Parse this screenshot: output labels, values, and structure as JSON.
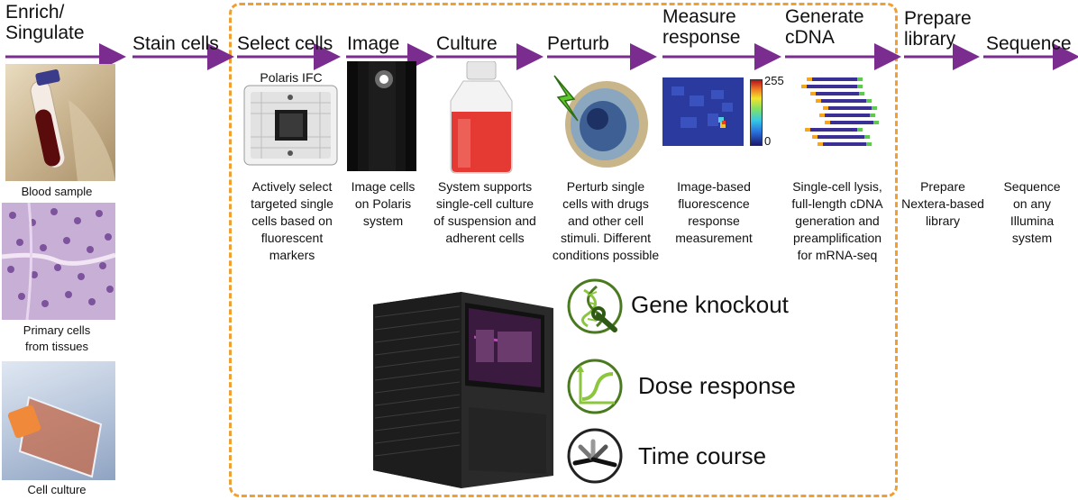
{
  "steps": [
    {
      "title_lines": [
        "Enrich/",
        "Singulate"
      ]
    },
    {
      "title_lines": [
        "Stain cells"
      ]
    },
    {
      "title_lines": [
        "Select cells"
      ],
      "desc_lines": [
        "Actively select",
        "targeted single",
        "cells based on",
        "fluorescent",
        "markers"
      ]
    },
    {
      "title_lines": [
        "Image"
      ],
      "desc_lines": [
        "Image cells",
        "on Polaris",
        "system"
      ]
    },
    {
      "title_lines": [
        "Culture"
      ],
      "desc_lines": [
        "System supports",
        "single-cell culture",
        "of suspension and",
        "adherent cells"
      ]
    },
    {
      "title_lines": [
        "Perturb"
      ],
      "desc_lines": [
        "Perturb single",
        "cells with drugs",
        "and other cell",
        "stimuli. Different",
        "conditions possible"
      ]
    },
    {
      "title_lines": [
        "Measure",
        "response"
      ],
      "desc_lines": [
        "Image-based",
        "fluorescence",
        "response",
        "measurement"
      ]
    },
    {
      "title_lines": [
        "Generate",
        "cDNA"
      ],
      "desc_lines": [
        "Single-cell lysis,",
        "full-length cDNA",
        "generation and",
        "preamplification",
        "for mRNA-seq"
      ]
    },
    {
      "title_lines": [
        "Prepare",
        "library"
      ],
      "desc_lines": [
        "Prepare",
        "Nextera-based",
        "library"
      ]
    },
    {
      "title_lines": [
        "Sequence"
      ],
      "desc_lines": [
        "Sequence",
        "on any",
        "Illumina",
        "system"
      ]
    }
  ],
  "samples": [
    {
      "label_lines": [
        "Blood sample"
      ]
    },
    {
      "label_lines": [
        "Primary cells",
        "from tissues"
      ]
    },
    {
      "label_lines": [
        "Cell culture"
      ]
    }
  ],
  "chip_label": "Polaris IFC",
  "colorbar": {
    "max": "255",
    "min": "0"
  },
  "applications": [
    {
      "label": "Gene knockout",
      "icon": "dna-wrench-icon"
    },
    {
      "label": "Dose response",
      "icon": "dose-curve-icon"
    },
    {
      "label": "Time course",
      "icon": "time-course-icon"
    }
  ],
  "colors": {
    "arrow": "#7b2c8f",
    "dashed_box": "#f0a030",
    "icon_green": "#4a7a1f",
    "icon_lightgreen": "#8cc63f"
  }
}
